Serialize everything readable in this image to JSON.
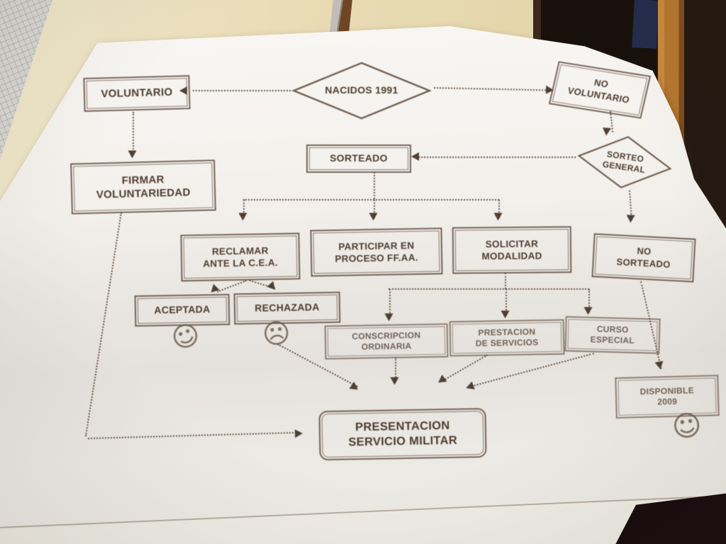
{
  "diagram": {
    "type": "flowchart",
    "subject": "Chilean military service flow for people born in 1991",
    "nodes": {
      "nacidos": {
        "label": "NACIDOS 1991",
        "shape": "diamond",
        "lines": [
          "NACIDOS 1991"
        ]
      },
      "voluntario": {
        "label": "VOLUNTARIO",
        "shape": "rect",
        "lines": [
          "VOLUNTARIO"
        ]
      },
      "no_voluntario": {
        "label": "NO VOLUNTARIO",
        "shape": "rect",
        "lines": [
          "NO",
          "VOLUNTARIO"
        ]
      },
      "firmar": {
        "label": "FIRMAR VOLUNTARIEDAD",
        "shape": "rect",
        "lines": [
          "FIRMAR",
          "VOLUNTARIEDAD"
        ]
      },
      "sorteado": {
        "label": "SORTEADO",
        "shape": "rect",
        "lines": [
          "SORTEADO"
        ]
      },
      "sorteo_general": {
        "label": "SORTEO GENERAL",
        "shape": "diamond",
        "lines": [
          "SORTEO",
          "GENERAL"
        ]
      },
      "reclamar": {
        "label": "RECLAMAR ANTE LA C.E.A.",
        "shape": "rect",
        "lines": [
          "RECLAMAR",
          "ANTE LA C.E.A."
        ]
      },
      "participar": {
        "label": "PARTICIPAR EN PROCESO FF.AA.",
        "shape": "rect",
        "lines": [
          "PARTICIPAR EN",
          "PROCESO FF.AA."
        ]
      },
      "solicitar": {
        "label": "SOLICITAR MODALIDAD",
        "shape": "rect",
        "lines": [
          "SOLICITAR",
          "MODALIDAD"
        ]
      },
      "no_sorteado": {
        "label": "NO SORTEADO",
        "shape": "rect",
        "lines": [
          "NO",
          "SORTEADO"
        ]
      },
      "aceptada": {
        "label": "ACEPTADA",
        "shape": "rect",
        "lines": [
          "ACEPTADA"
        ]
      },
      "rechazada": {
        "label": "RECHAZADA",
        "shape": "rect",
        "lines": [
          "RECHAZADA"
        ]
      },
      "conscripcion": {
        "label": "CONSCRIPCION ORDINARIA",
        "shape": "rect",
        "lines": [
          "CONSCRIPCION",
          "ORDINARIA"
        ]
      },
      "prestacion": {
        "label": "PRESTACION DE SERVICIOS",
        "shape": "rect",
        "lines": [
          "PRESTACION",
          "DE SERVICIOS"
        ]
      },
      "curso": {
        "label": "CURSO ESPECIAL",
        "shape": "rect",
        "lines": [
          "CURSO",
          "ESPECIAL"
        ]
      },
      "disponible": {
        "label": "DISPONIBLE 2009",
        "shape": "rect",
        "lines": [
          "DISPONIBLE",
          "2009"
        ]
      },
      "presentacion": {
        "label": "PRESENTACION SERVICIO MILITAR",
        "shape": "rounded-rect",
        "lines": [
          "PRESENTACION",
          "SERVICIO MILITAR"
        ]
      }
    },
    "edges": [
      {
        "from": "NACIDOS 1991",
        "to": "VOLUNTARIO",
        "style": "dotted-arrow"
      },
      {
        "from": "NACIDOS 1991",
        "to": "NO VOLUNTARIO",
        "style": "dotted-arrow"
      },
      {
        "from": "VOLUNTARIO",
        "to": "FIRMAR VOLUNTARIEDAD",
        "style": "dotted-arrow"
      },
      {
        "from": "NO VOLUNTARIO",
        "to": "SORTEO GENERAL",
        "style": "dotted-arrow"
      },
      {
        "from": "SORTEO GENERAL",
        "to": "SORTEADO",
        "style": "dotted-arrow"
      },
      {
        "from": "SORTEO GENERAL",
        "to": "NO SORTEADO",
        "style": "dotted-arrow"
      },
      {
        "from": "SORTEADO",
        "to": "RECLAMAR ANTE LA C.E.A.",
        "style": "dotted-arrow"
      },
      {
        "from": "SORTEADO",
        "to": "PARTICIPAR EN PROCESO FF.AA.",
        "style": "dotted-arrow"
      },
      {
        "from": "SORTEADO",
        "to": "SOLICITAR MODALIDAD",
        "style": "dotted-arrow"
      },
      {
        "from": "RECLAMAR ANTE LA C.E.A.",
        "to": "ACEPTADA",
        "style": "dotted-arrow"
      },
      {
        "from": "RECLAMAR ANTE LA C.E.A.",
        "to": "RECHAZADA",
        "style": "dotted-arrow"
      },
      {
        "from": "SOLICITAR MODALIDAD",
        "to": "CONSCRIPCION ORDINARIA",
        "style": "dotted-arrow"
      },
      {
        "from": "SOLICITAR MODALIDAD",
        "to": "PRESTACION DE SERVICIOS",
        "style": "dotted-arrow"
      },
      {
        "from": "SOLICITAR MODALIDAD",
        "to": "CURSO ESPECIAL",
        "style": "dotted-arrow"
      },
      {
        "from": "NO SORTEADO",
        "to": "DISPONIBLE 2009",
        "style": "dotted-arrow"
      },
      {
        "from": "FIRMAR VOLUNTARIEDAD",
        "to": "PRESENTACION SERVICIO MILITAR",
        "style": "dotted-arrow"
      },
      {
        "from": "RECHAZADA",
        "to": "PRESENTACION SERVICIO MILITAR",
        "style": "dotted-arrow"
      },
      {
        "from": "CONSCRIPCION ORDINARIA",
        "to": "PRESENTACION SERVICIO MILITAR",
        "style": "dotted-arrow"
      },
      {
        "from": "PRESTACION DE SERVICIOS",
        "to": "PRESENTACION SERVICIO MILITAR",
        "style": "dotted-arrow"
      },
      {
        "from": "CURSO ESPECIAL",
        "to": "PRESENTACION SERVICIO MILITAR",
        "style": "dotted-arrow"
      }
    ],
    "icons": {
      "aceptada_face": {
        "name": "happy-face-icon",
        "glyph": "☺"
      },
      "rechazada_face": {
        "name": "sad-face-icon",
        "glyph": "☹"
      },
      "disponible_face": {
        "name": "happy-face-icon",
        "glyph": "☺"
      }
    },
    "colors": {
      "ink": "#564335",
      "paper": "#f2efea",
      "wall": "#e8dbb5",
      "doorway_dark": "#19100b",
      "wood_frame": "#b5772f"
    }
  }
}
